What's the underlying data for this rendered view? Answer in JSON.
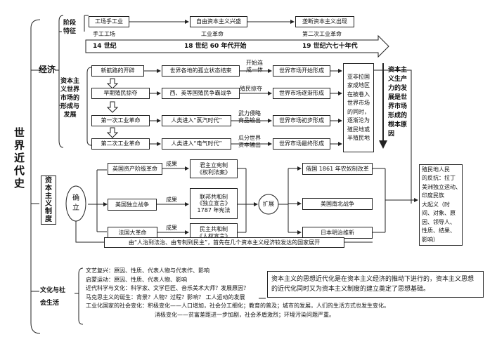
{
  "main_title": [
    "世",
    "界",
    "近",
    "代",
    "史"
  ],
  "economy": {
    "title": "经济",
    "stage_label": [
      "阶段",
      "特征"
    ],
    "stages": [
      "工场手工业",
      "自由资本主义兴盛",
      "垄断资本主义出现"
    ],
    "eras": [
      "手工工场",
      "工业革命",
      "第二次工业革命"
    ],
    "timeline": [
      "14 世纪",
      "18 世纪 60 年代开始",
      "19 世纪六七十年代"
    ],
    "market_label": [
      "资本主",
      "义世界",
      "市场的",
      "形成与",
      "发展"
    ],
    "events": [
      "新航路的开辟",
      "早期殖民掠夺",
      "第一次工业革命",
      "第二次工业革命"
    ],
    "effects": [
      "世界各地的孤立状态结束",
      "西、英等国殖民争霸战争",
      "人类进入“蒸汽时代”",
      "人类进入“电气时代”"
    ],
    "means": [
      [
        "开始连",
        "成一体"
      ],
      [
        "殖民掠夺",
        ""
      ],
      [
        "武力侵略",
        "商品输出"
      ],
      [
        "瓜分世界",
        "资本输出"
      ]
    ],
    "market_states": [
      "世界市场开始形成",
      "世界市场逐渐形成",
      "世界市场初步形成",
      "世界市场最终形成"
    ],
    "colonies_note": [
      "亚非拉国",
      "家成地区",
      "在被卷入",
      "世界市场",
      "的同时，",
      "逐渐沦为",
      "殖民地或",
      "半殖民地"
    ],
    "root_cause": [
      "资本主",
      "义生产",
      "力的发",
      "展是世",
      "界市场",
      "形成的",
      "根本原",
      "因"
    ]
  },
  "system": {
    "title": [
      "资",
      "本",
      "主",
      "义",
      "制",
      "度"
    ],
    "establish": [
      "确",
      "立"
    ],
    "revolutions": [
      "英国资产阶级革命",
      "美国独立战争",
      "法国大革命"
    ],
    "result_label": "成果",
    "results": [
      [
        "君主立宪制",
        "《权利法案》"
      ],
      [
        "联邦共和制",
        "《独立宣言》",
        "1787 年宪法"
      ],
      [
        "民主共和制",
        "《人权宣言》"
      ]
    ],
    "expand_label": "扩展",
    "expansions": [
      "俄国 1861 年农奴制改革",
      "美国南北战争",
      "日本明治维新"
    ],
    "summary": "由“人治到法治、由专制到民主”，首先在几个资本主义经济较发达的国家展开",
    "colony_response": [
      "殖民地人民",
      "的反抗：拉丁",
      "美洲独立运动、",
      "印度民族",
      "大起义（时",
      "间、对象、原",
      "因、领导人、",
      "性质、结果、",
      "影响）"
    ]
  },
  "culture": {
    "title": [
      "文化与社",
      "会生活"
    ],
    "lines": [
      "文艺复兴：原因、性质、代表人物与代表作、影响",
      "启蒙运动：原因、性质、代表人物、影响",
      "近代科学与文化：科学家、文学巨匠、音乐美术大师？发展原因？",
      "马克思主义的诞生：背景？人物？过程？影响？  工人运动的发展",
      "工业化国家的社会变化：积极变化——人口增加，社会分工细化；教育的普及；城市的发展，人们的生活方式也发生变化。",
      "消极变化——贫富差距进一步加剧，社会矛盾激烈；环境污染问题严重。"
    ],
    "note": "资本主义的思想近代化是在资本主义经济的推动下进行的，资本主义思想的近代化同时又为资本主义制度的建立奠定了思想基础。"
  }
}
